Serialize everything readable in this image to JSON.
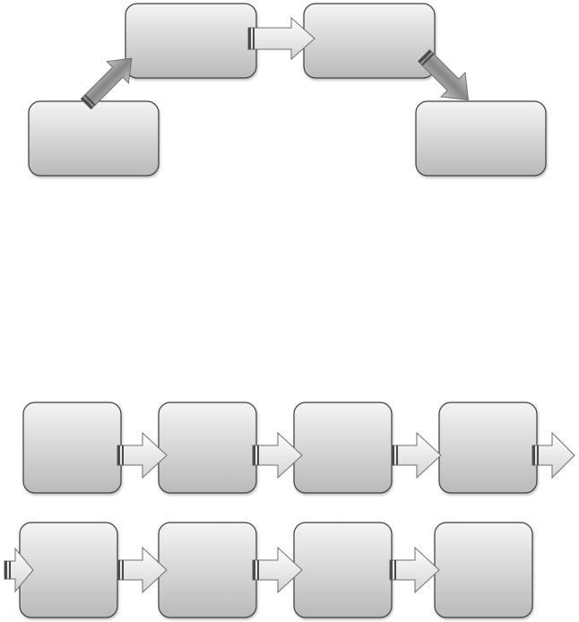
{
  "diagram": {
    "colors": {
      "box_fill_top": "#f4f4f4",
      "box_fill_bottom": "#b9b9b9",
      "box_stroke": "#3c3c3c",
      "arrow_fill_top": "#ffffff",
      "arrow_fill_bottom": "#d4d4d4",
      "arrow_stroke": "#6e6e6e",
      "diag_arrow_dark": "#858585",
      "diag_arrow_light": "#c8c8c8"
    },
    "top_flow": {
      "boxes": [
        {
          "id": "start",
          "label": ""
        },
        {
          "id": "step-2",
          "label": ""
        },
        {
          "id": "step-3",
          "label": ""
        },
        {
          "id": "end",
          "label": ""
        }
      ],
      "connectors": [
        {
          "from": "start",
          "to": "step-2",
          "direction": "up-right"
        },
        {
          "from": "step-2",
          "to": "step-3",
          "direction": "right"
        },
        {
          "from": "step-3",
          "to": "end",
          "direction": "down-right"
        }
      ]
    },
    "row_1": {
      "boxes": [
        {
          "id": "r1-box-1",
          "label": ""
        },
        {
          "id": "r1-box-2",
          "label": ""
        },
        {
          "id": "r1-box-3",
          "label": ""
        },
        {
          "id": "r1-box-4",
          "label": ""
        }
      ],
      "connectors": [
        {
          "from": "r1-box-1",
          "to": "r1-box-2",
          "direction": "right"
        },
        {
          "from": "r1-box-2",
          "to": "r1-box-3",
          "direction": "right"
        },
        {
          "from": "r1-box-3",
          "to": "r1-box-4",
          "direction": "right"
        },
        {
          "from": "r1-box-4",
          "to": "next-row",
          "direction": "right"
        }
      ]
    },
    "row_2": {
      "boxes": [
        {
          "id": "r2-box-1",
          "label": ""
        },
        {
          "id": "r2-box-2",
          "label": ""
        },
        {
          "id": "r2-box-3",
          "label": ""
        },
        {
          "id": "r2-box-4",
          "label": ""
        }
      ],
      "connectors": [
        {
          "from": "previous-row",
          "to": "r2-box-1",
          "direction": "right"
        },
        {
          "from": "r2-box-1",
          "to": "r2-box-2",
          "direction": "right"
        },
        {
          "from": "r2-box-2",
          "to": "r2-box-3",
          "direction": "right"
        },
        {
          "from": "r2-box-3",
          "to": "r2-box-4",
          "direction": "right"
        }
      ]
    }
  }
}
